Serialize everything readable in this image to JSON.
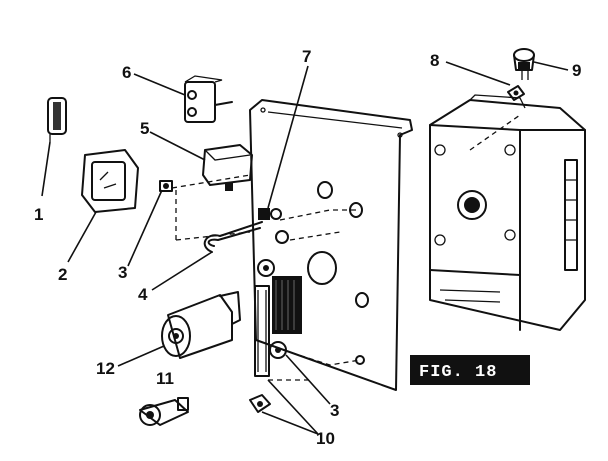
{
  "figure": {
    "caption": "FIG. 18",
    "callouts": {
      "c1": "1",
      "c2": "2",
      "c3a": "3",
      "c3b": "3",
      "c4": "4",
      "c5": "5",
      "c6": "6",
      "c7": "7",
      "c8": "8",
      "c9": "9",
      "c10": "10",
      "c11": "11",
      "c12": "12"
    }
  }
}
